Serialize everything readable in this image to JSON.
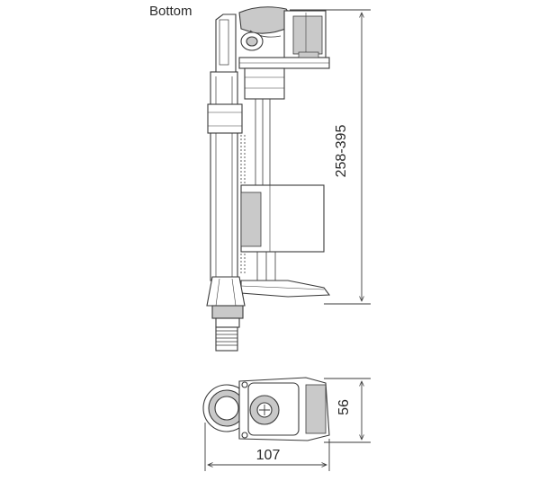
{
  "view_label": "Bottom",
  "dimensions": {
    "height_range": "258-395",
    "depth": "56",
    "width": "107"
  },
  "colors": {
    "line": "#3a3a3a",
    "shade": "#c9c9c9",
    "background": "#ffffff"
  }
}
